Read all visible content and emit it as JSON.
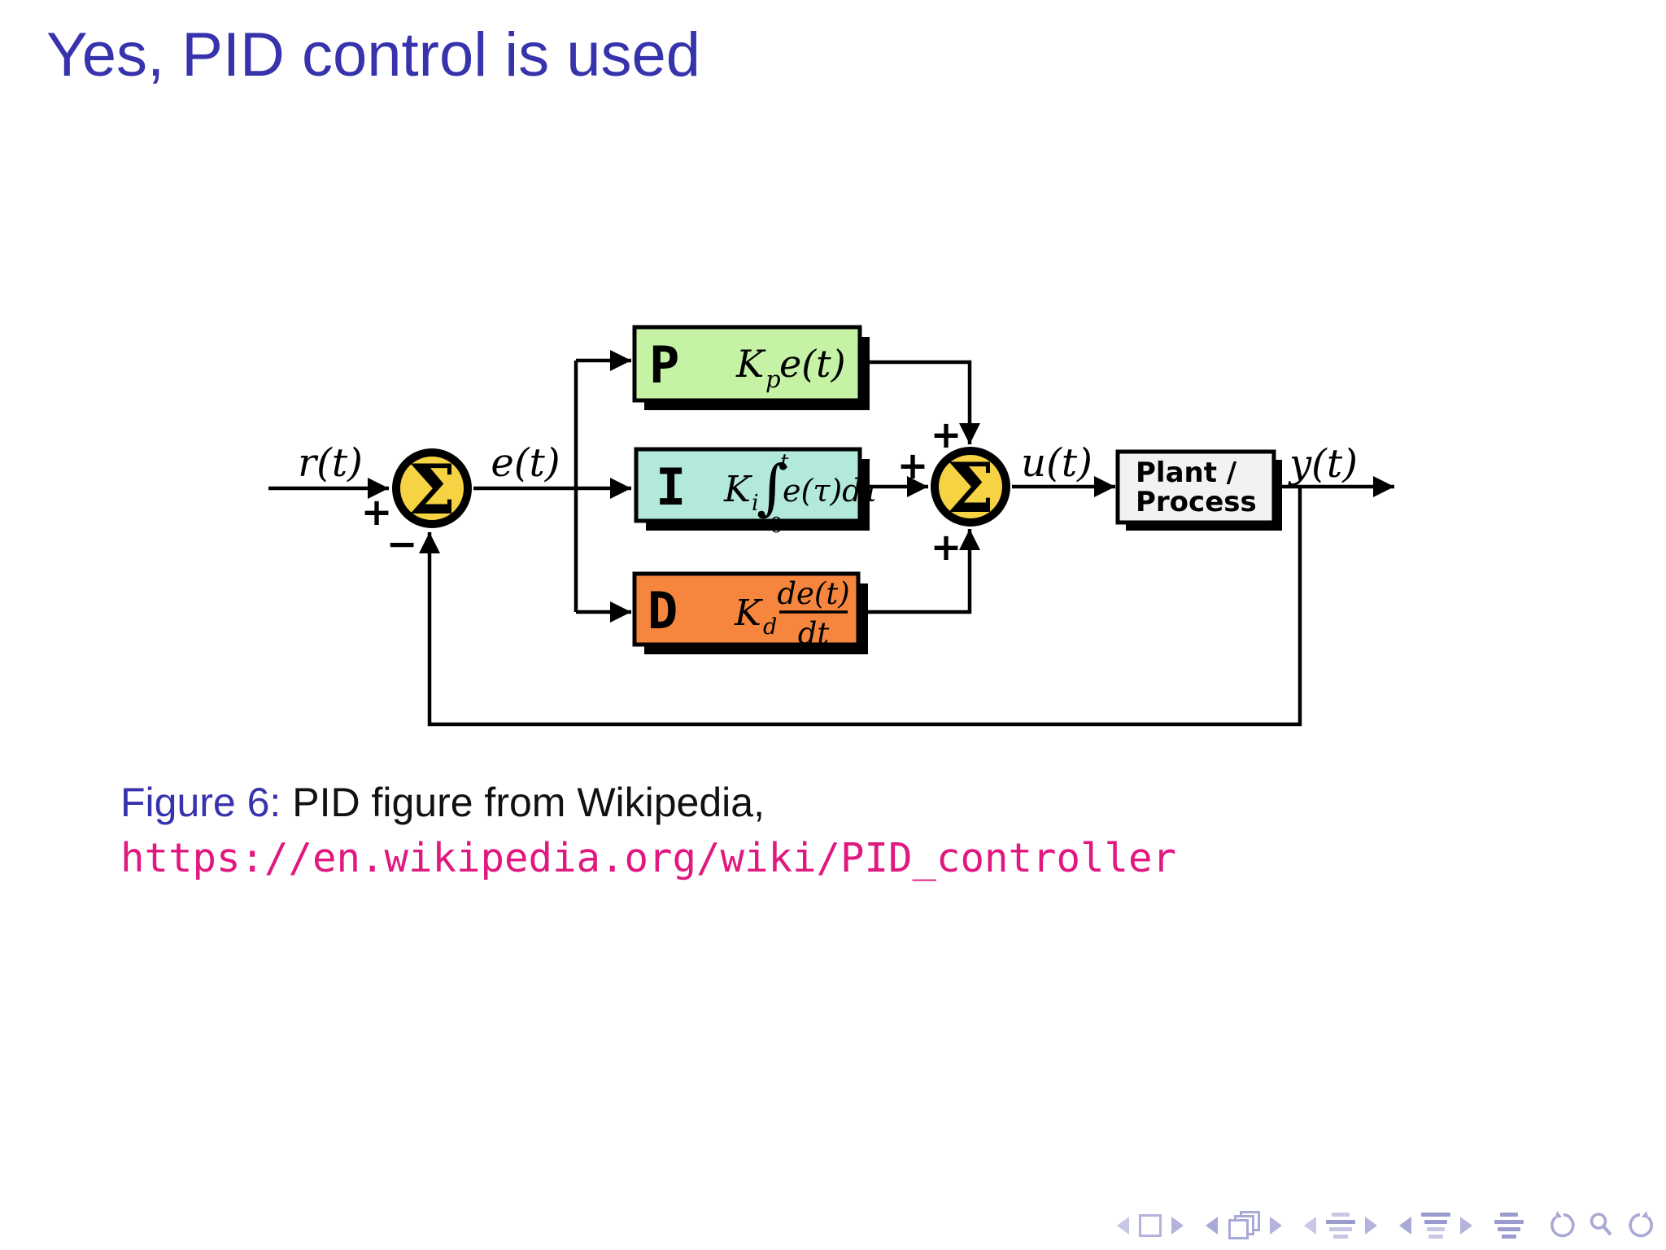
{
  "slide": {
    "title": "Yes, PID control is used"
  },
  "caption": {
    "label": "Figure 6:",
    "text": " PID figure from Wikipedia,",
    "url": "https://en.wikipedia.org/wiki/PID_controller"
  },
  "diagram": {
    "signals": {
      "input": "r(t)",
      "error": "e(t)",
      "control": "u(t)",
      "output": "y(t)"
    },
    "sums": {
      "left": {
        "symbol": "Σ",
        "sign_plus": "+",
        "sign_minus": "−"
      },
      "right": {
        "symbol": "Σ",
        "sign_top": "+",
        "sign_left": "+",
        "sign_bottom": "+"
      }
    },
    "blocks": {
      "p": {
        "letter": "P",
        "gain": "K",
        "sub": "p",
        "expr": "e(t)",
        "fill": "#c6f2a5"
      },
      "i": {
        "letter": "I",
        "gain": "K",
        "sub": "i",
        "integral": "∫",
        "upper": "t",
        "lower": "0",
        "expr": "e(τ)dτ",
        "fill": "#b2e9db"
      },
      "d": {
        "letter": "D",
        "gain": "K",
        "sub": "d",
        "numerator": "de(t)",
        "denominator": "dt",
        "fill": "#f6863e"
      }
    },
    "plant": {
      "line1": "Plant /",
      "line2": "Process",
      "fill": "#f2f2f3"
    }
  },
  "colors": {
    "structure_blue": "#3733ad",
    "url_pink": "#e0187f",
    "sum_fill": "#f5d342",
    "p_fill": "#c6f2a5",
    "i_fill": "#b2e9db",
    "d_fill": "#f6863e",
    "plant_fill": "#f2f2f3",
    "line_black": "#000000",
    "nav_icon": "#a9a9d6"
  },
  "nav": {
    "icons": [
      "prev-slide",
      "slide-frame",
      "next-slide",
      "prev-frame",
      "frames-overview",
      "next-frame",
      "prev-subsection",
      "subsection-toc",
      "next-subsection",
      "prev-section",
      "section-toc",
      "next-section",
      "appendix-toc",
      "undo-navigation",
      "search",
      "redo-navigation"
    ]
  }
}
